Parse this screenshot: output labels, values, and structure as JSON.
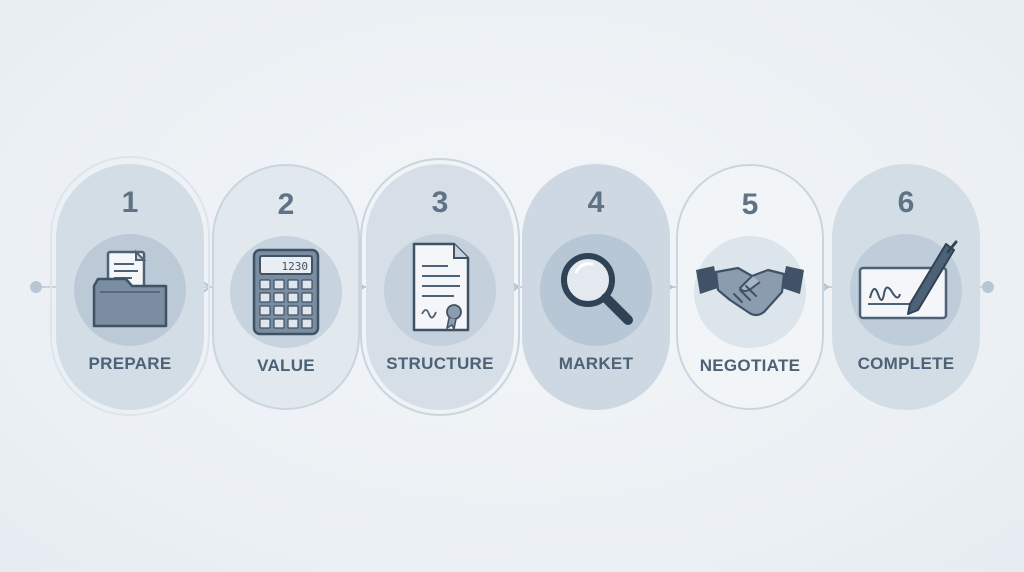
{
  "steps": [
    {
      "number": "1",
      "label": "PREPARE",
      "icon": "folder-documents-icon"
    },
    {
      "number": "2",
      "label": "VALUE",
      "icon": "calculator-icon"
    },
    {
      "number": "3",
      "label": "STRUCTURE",
      "icon": "certificate-document-icon"
    },
    {
      "number": "4",
      "label": "MARKET",
      "icon": "magnifying-glass-icon"
    },
    {
      "number": "5",
      "label": "NEGOTIATE",
      "icon": "handshake-icon"
    },
    {
      "number": "6",
      "label": "COMPLETE",
      "icon": "pen-signature-icon"
    }
  ],
  "calculator_display": "1230",
  "colors": {
    "card_fill": "#d6dfe8",
    "card_fill_highlight": "#f2f5f8",
    "icon_circle": "#c3d0dc",
    "icon_stroke": "#4e6277",
    "text": "#4d6277",
    "line": "#c7d3de"
  }
}
